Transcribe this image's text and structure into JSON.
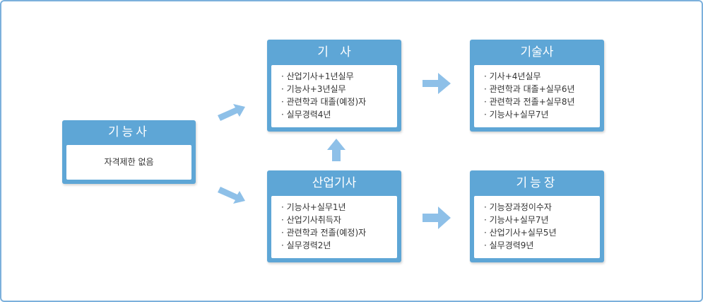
{
  "boxes": {
    "gineungsa": {
      "title": "기능사",
      "text": "자격제한 없음"
    },
    "gisa": {
      "title": "기   사",
      "items": [
        "산업기사+1년실무",
        "기능사+3년실무",
        "관련학과 대졸(예정)자",
        "실무경력4년"
      ]
    },
    "saneopgisa": {
      "title": "산업기사",
      "items": [
        "기능사+실무1년",
        "산업기사취득자",
        "관련학과 전졸(예정)자",
        "실무경력2년"
      ]
    },
    "gisulsa": {
      "title": "기술사",
      "items": [
        "기사+4년실무",
        "관련학과 대졸+실무6년",
        "관련학과 전졸+실무8년",
        "기능사+실무7년"
      ]
    },
    "gineungjang": {
      "title": "기능장",
      "items": [
        "기능장과정이수자",
        "기능사+실무7년",
        "산업기사+실무5년",
        "실무경력9년"
      ]
    }
  },
  "colors": {
    "box": "#5ea6d6",
    "arrow": "#8ec0e8",
    "frame": "#7cb0dc"
  }
}
